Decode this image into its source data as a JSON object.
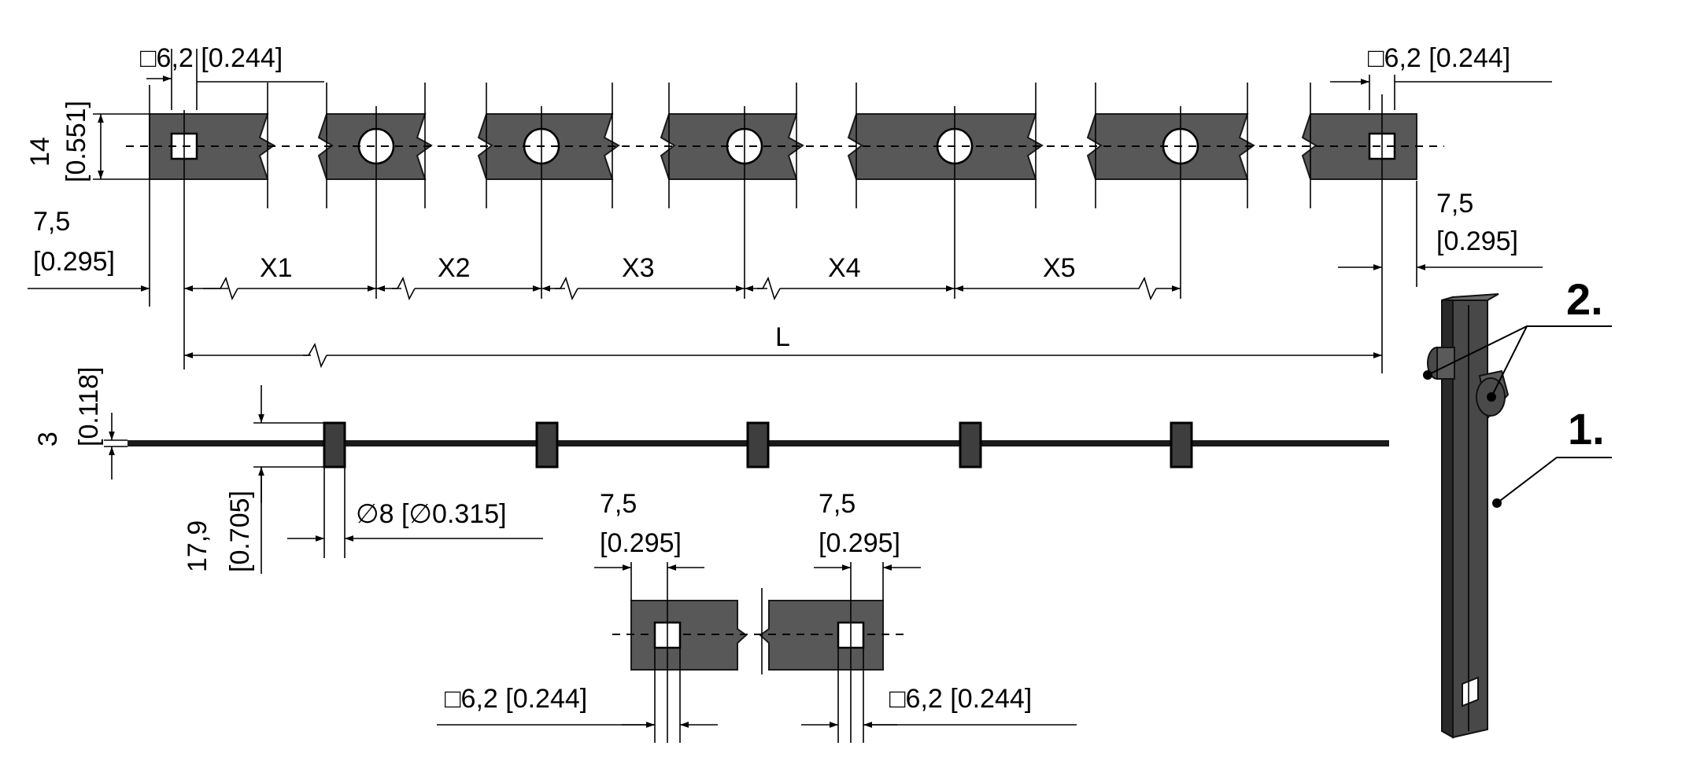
{
  "top_view": {
    "sq_left": "□6,2 [0.244]",
    "sq_right": "□6,2 [0.244]",
    "width_mm": "14",
    "width_in": "[0.551]",
    "edge_left_mm": "7,5",
    "edge_left_in": "[0.295]",
    "edge_right_mm": "7,5",
    "edge_right_in": "[0.295]",
    "spacings": [
      "X1",
      "X2",
      "X3",
      "X4",
      "X5"
    ],
    "total_length": "L"
  },
  "side_view": {
    "thickness_mm": "3",
    "thickness_in": "[0.118]",
    "height_mm": "17,9",
    "height_in": "[0.705]",
    "diameter": "∅8 [∅0.315]"
  },
  "end_detail": {
    "left_edge_mm": "7,5",
    "left_edge_in": "[0.295]",
    "right_edge_mm": "7,5",
    "right_edge_in": "[0.295]",
    "sq_left": "□6,2 [0.244]",
    "sq_right": "□6,2 [0.244]"
  },
  "callouts": {
    "part_1": "1.",
    "part_2": "2."
  }
}
